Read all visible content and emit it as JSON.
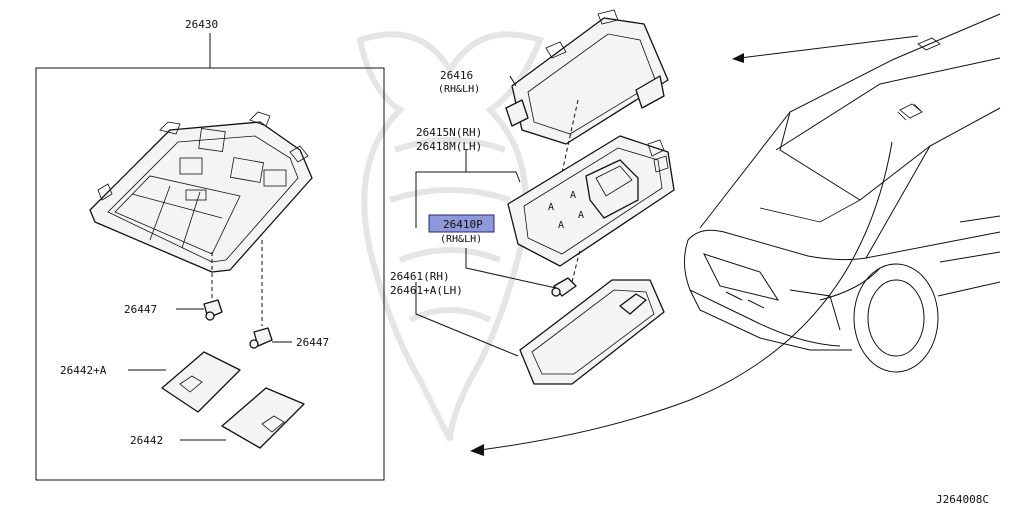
{
  "parts": [
    {
      "id": "p26430",
      "number": "26430"
    },
    {
      "id": "p26416",
      "number": "26416",
      "side": "(RH&LH)"
    },
    {
      "id": "p26415",
      "number": "26415N(RH)",
      "number2": "26418M(LH)"
    },
    {
      "id": "p26410",
      "number": "26410P",
      "side": "(RH&LH)",
      "highlighted": true
    },
    {
      "id": "p26461",
      "number": "26461(RH)",
      "number2": "26461+A(LH)"
    },
    {
      "id": "p26447a",
      "number": "26447"
    },
    {
      "id": "p26447b",
      "number": "26447"
    },
    {
      "id": "p26442a",
      "number": "26442+A"
    },
    {
      "id": "p26442b",
      "number": "26442"
    }
  ],
  "diagram_code": "J264008C",
  "colors": {
    "highlight": "#8f98d8",
    "highlight_border": "#1d2b8a",
    "ink": "#111111",
    "watermark": "#e3e3e3"
  }
}
